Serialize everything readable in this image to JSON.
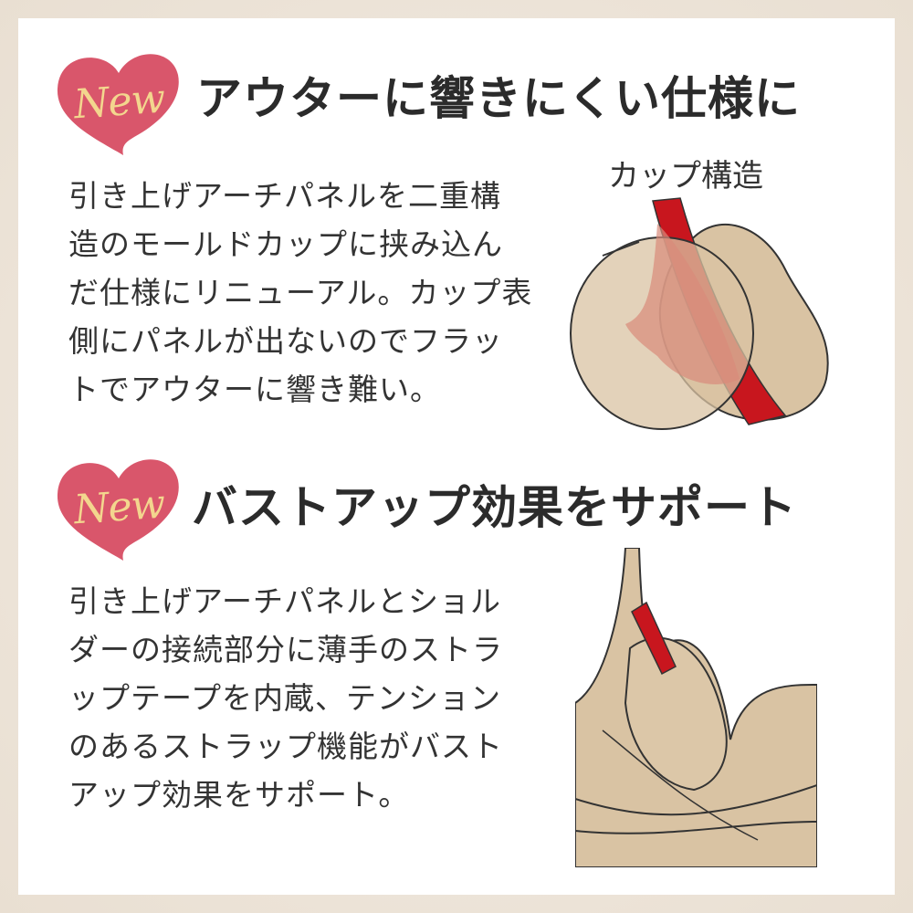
{
  "sections": [
    {
      "badge": "New",
      "heading": "アウターに響きにくい仕様に",
      "body_lines": [
        "引き上げアーチパネルを二重構",
        "造のモールドカップに挟み込ん",
        "だ仕様にリニューアル。カップ表",
        "側にパネルが出ないのでフラッ",
        "トでアウターに響き難い。"
      ],
      "illustration_label": "カップ構造"
    },
    {
      "badge": "New",
      "heading": "バストアップ効果をサポート",
      "body_lines": [
        "引き上げアーチパネルとショル",
        "ダーの接続部分に薄手のストラ",
        "ップテープを内蔵、テンション",
        "のあるストラップ機能がバスト",
        "アップ効果をサポート。"
      ]
    }
  ],
  "colors": {
    "heart": "#d9566b",
    "badge_text": "#f3d68e",
    "accent_red": "#c8161e",
    "beige": "#d9c3a3"
  }
}
